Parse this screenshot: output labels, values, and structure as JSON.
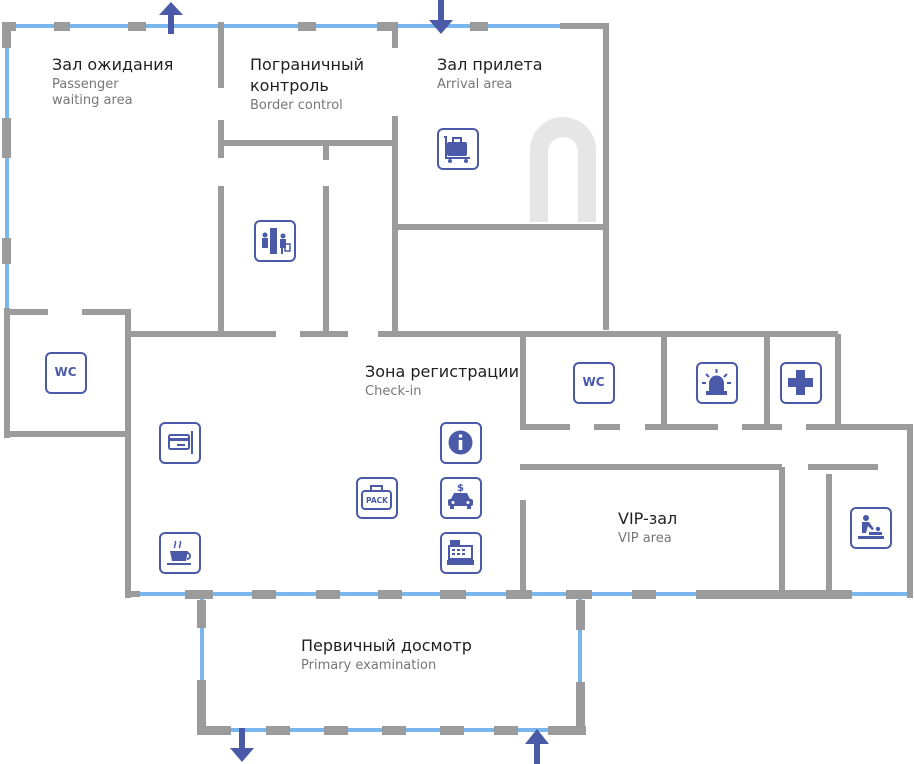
{
  "colors": {
    "wall": "#9b9b9b",
    "glass": "#7ab6ee",
    "icon": "#4a5aa8",
    "arrow": "#4a5aa8",
    "stair": "#e6e6e6"
  },
  "rooms": {
    "waiting": {
      "ru": "Зал ожидания",
      "en_line1": "Passenger",
      "en_line2": "waiting area"
    },
    "border": {
      "ru_line1": "Пограничный",
      "ru_line2": "контроль",
      "en": "Border control"
    },
    "arrival": {
      "ru": "Зал прилета",
      "en": "Arrival area"
    },
    "checkin": {
      "ru": "Зона регистрации",
      "en": "Check-in"
    },
    "vip": {
      "ru": "VIP-зал",
      "en": "VIP area"
    },
    "primary": {
      "ru": "Первичный досмотр",
      "en": "Primary examination"
    }
  },
  "icons": {
    "wc_left": {
      "name": "wc-icon",
      "text": "WC"
    },
    "wc_right": {
      "name": "wc-icon",
      "text": "WC"
    },
    "pack": {
      "name": "luggage-pack-icon",
      "text": "PACK"
    },
    "luggage_cart": {
      "name": "luggage-cart-icon"
    },
    "passport_control": {
      "name": "passport-control-icon"
    },
    "siren": {
      "name": "alarm-siren-icon"
    },
    "first_aid": {
      "name": "first-aid-cross-icon"
    },
    "atm_card": {
      "name": "atm-card-icon"
    },
    "cafe": {
      "name": "coffee-cup-icon"
    },
    "info": {
      "name": "info-icon"
    },
    "taxi": {
      "name": "taxi-icon"
    },
    "cash_register": {
      "name": "cash-register-icon"
    },
    "baby_care": {
      "name": "baby-changing-icon"
    }
  },
  "arrows": [
    {
      "name": "arrow-up-icon",
      "direction": "up"
    },
    {
      "name": "arrow-down-icon",
      "direction": "down"
    },
    {
      "name": "arrow-down-icon",
      "direction": "down"
    },
    {
      "name": "arrow-up-icon",
      "direction": "up"
    }
  ]
}
